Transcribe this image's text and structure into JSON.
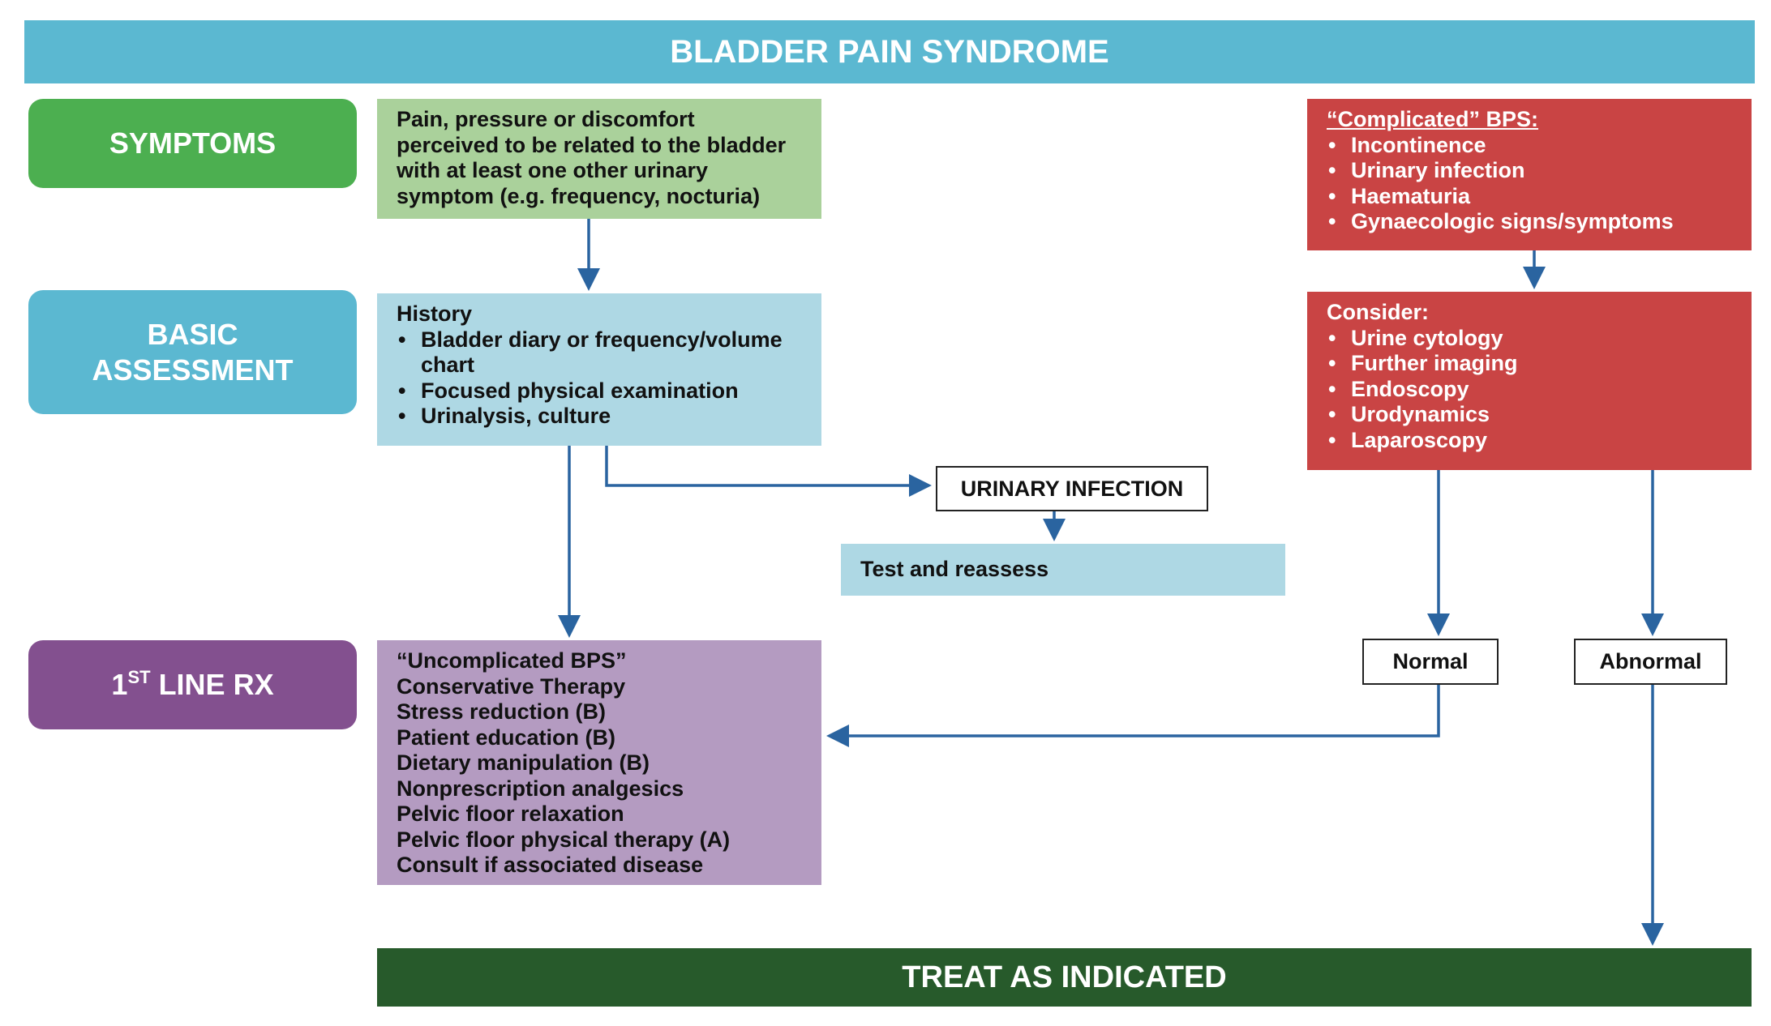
{
  "title": "BLADDER PAIN SYNDROME",
  "colors": {
    "title_bar": "#5bb8d1",
    "symptoms_stage": "#4caf50",
    "symptoms_box": "#aad19b",
    "assessment_stage": "#5bb8d1",
    "assessment_box": "#aed8e4",
    "rx_stage": "#83508f",
    "rx_box": "#b49bc1",
    "complicated_box": "#c94444",
    "treat_bar": "#275a2b",
    "arrow": "#2a64a0"
  },
  "stages": {
    "symptoms": "SYMPTOMS",
    "assessment_line1": "BASIC",
    "assessment_line2": "ASSESSMENT",
    "rx_main": "1",
    "rx_sup": "ST",
    "rx_rest": " LINE RX"
  },
  "symptoms_text": "Pain, pressure or discomfort perceived to be related to the bladder with at least one other urinary symptom (e.g. frequency, nocturia)",
  "assessment": {
    "heading": "History",
    "items": [
      "Bladder diary or frequency/volume chart",
      "Focused physical examination",
      "Urinalysis, culture"
    ]
  },
  "complicated": {
    "heading": "“Complicated” BPS:",
    "items": [
      "Incontinence",
      "Urinary infection",
      "Haematuria",
      "Gynaecologic signs/symptoms"
    ]
  },
  "consider": {
    "heading": "Consider:",
    "items": [
      "Urine cytology",
      "Further imaging",
      "Endoscopy",
      "Urodynamics",
      "Laparoscopy"
    ]
  },
  "urinary_infection": "URINARY INFECTION",
  "test_reassess": "Test and reassess",
  "normal": "Normal",
  "abnormal": "Abnormal",
  "first_line": {
    "lines": [
      "“Uncomplicated BPS”",
      "Conservative Therapy",
      "Stress reduction (B)",
      "Patient education (B)",
      "Dietary manipulation (B)",
      "Nonprescription analgesics",
      "Pelvic floor relaxation",
      "Pelvic floor physical therapy (A)",
      "Consult if associated disease"
    ]
  },
  "treat": "TREAT AS INDICATED"
}
